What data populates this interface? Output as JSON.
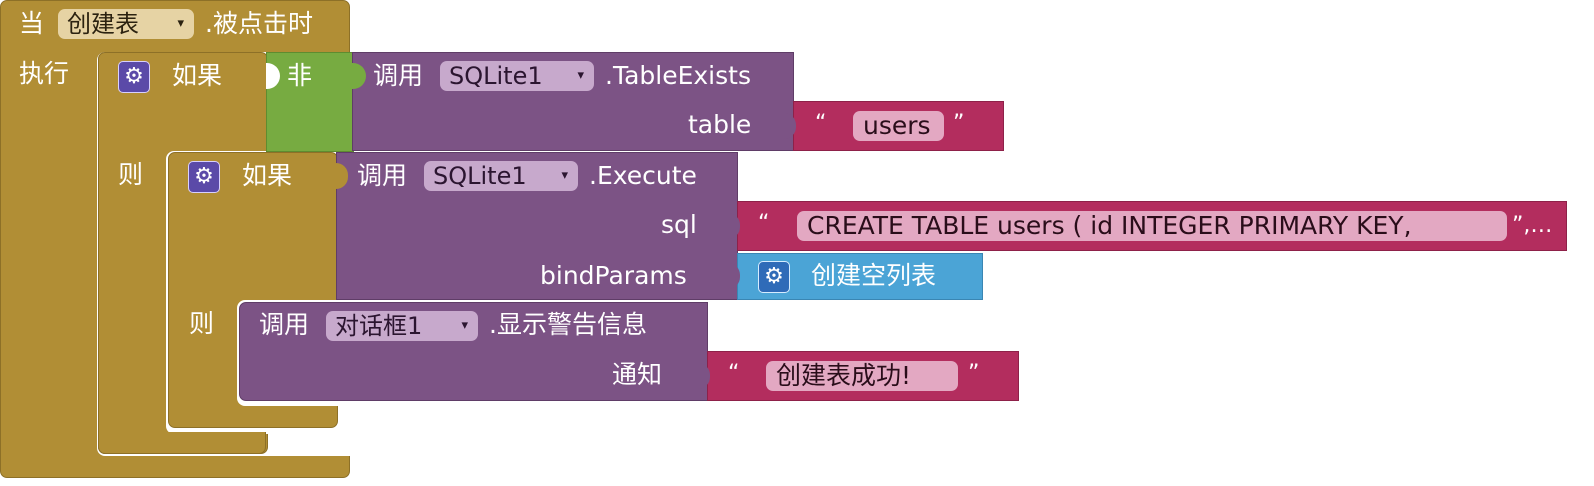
{
  "event": {
    "when": "当",
    "button": "创建表",
    "clicked": ".被点击时",
    "do_label": "执行",
    "dropdown_arrow": "▾"
  },
  "if_outer": {
    "if_label": "如果",
    "then_label": "则",
    "not_label": "非",
    "call_label": "调用",
    "component": "SQLite1",
    "method": ".TableExists",
    "param_table": "table",
    "table_value": "users"
  },
  "if_inner": {
    "if_label": "如果",
    "then_label": "则",
    "call_label": "调用",
    "component": "SQLite1",
    "method": ".Execute",
    "param_sql": "sql",
    "sql_value": "CREATE TABLE users (      id INTEGER PRIMARY KEY,",
    "sql_overflow": "”,…",
    "param_bind": "bindParams",
    "bind_value": "创建空列表"
  },
  "alert": {
    "call_label": "调用",
    "component": "对话框1",
    "method": ".显示警告信息",
    "param_notice": "通知",
    "notice_value": "创建表成功!"
  },
  "quote_open": "“",
  "quote_close": "”",
  "gear_glyph": "⚙",
  "colors": {
    "control": "#b18e35",
    "logic": "#77ab41",
    "component_call": "#7c5385",
    "text": "#b32d5e",
    "list": "#4ba4d6",
    "dropdown_event": "#e6d3a4",
    "dropdown_call": "#c7a9cc"
  }
}
